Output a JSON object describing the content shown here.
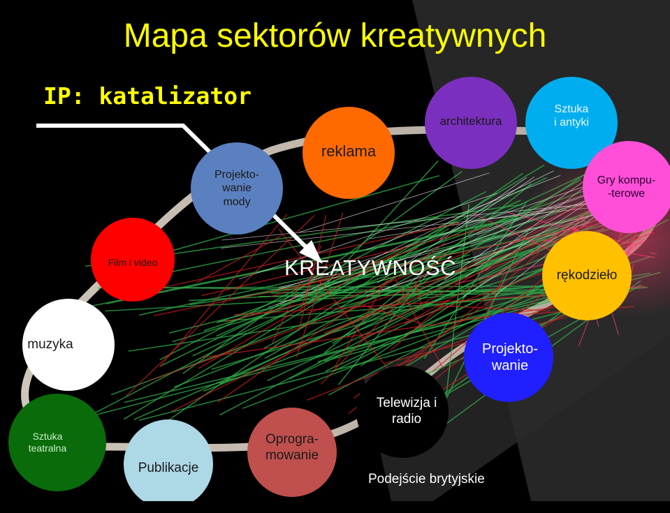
{
  "title": "Mapa sektorów kreatywnych",
  "subtitle": "IP: katalizator",
  "center": "KREATYWNOŚĆ",
  "footer": "Podejście brytyjskie",
  "sectors": [
    {
      "id": "projektowanie-mody",
      "lines": [
        "Projekto-",
        "wanie",
        "mody"
      ],
      "color": "#5b80c0"
    },
    {
      "id": "reklama",
      "lines": [
        "reklama"
      ],
      "color": "#ff6a00"
    },
    {
      "id": "architektura",
      "lines": [
        "architektura"
      ],
      "color": "#7b2fbf"
    },
    {
      "id": "sztuka-i-antyki",
      "lines": [
        "Sztuka",
        "i antyki"
      ],
      "color": "#00aeef"
    },
    {
      "id": "gry-komputerowe",
      "lines": [
        "Gry kompu-",
        "-terowe"
      ],
      "color": "#ff4fd8"
    },
    {
      "id": "film-i-video",
      "lines": [
        "Film i video"
      ],
      "color": "#ff0000"
    },
    {
      "id": "rekodzielo",
      "lines": [
        "rękodzieło"
      ],
      "color": "#ffc000"
    },
    {
      "id": "muzyka",
      "lines": [
        "muzyka"
      ],
      "color": "#ffffff"
    },
    {
      "id": "projektowanie",
      "lines": [
        "Projekto-",
        "wanie"
      ],
      "color": "#1f1fff"
    },
    {
      "id": "sztuka-teatralna",
      "lines": [
        "Sztuka",
        "teatralna"
      ],
      "color": "#0a6b0a"
    },
    {
      "id": "publikacje",
      "lines": [
        "Publikacje"
      ],
      "color": "#add8e6"
    },
    {
      "id": "oprogramowanie",
      "lines": [
        "Oprogra-",
        "mowanie"
      ],
      "color": "#c0504d"
    },
    {
      "id": "telewizja-i-radio",
      "lines": [
        "Telewizja i",
        "radio"
      ],
      "color": "#000000"
    }
  ]
}
